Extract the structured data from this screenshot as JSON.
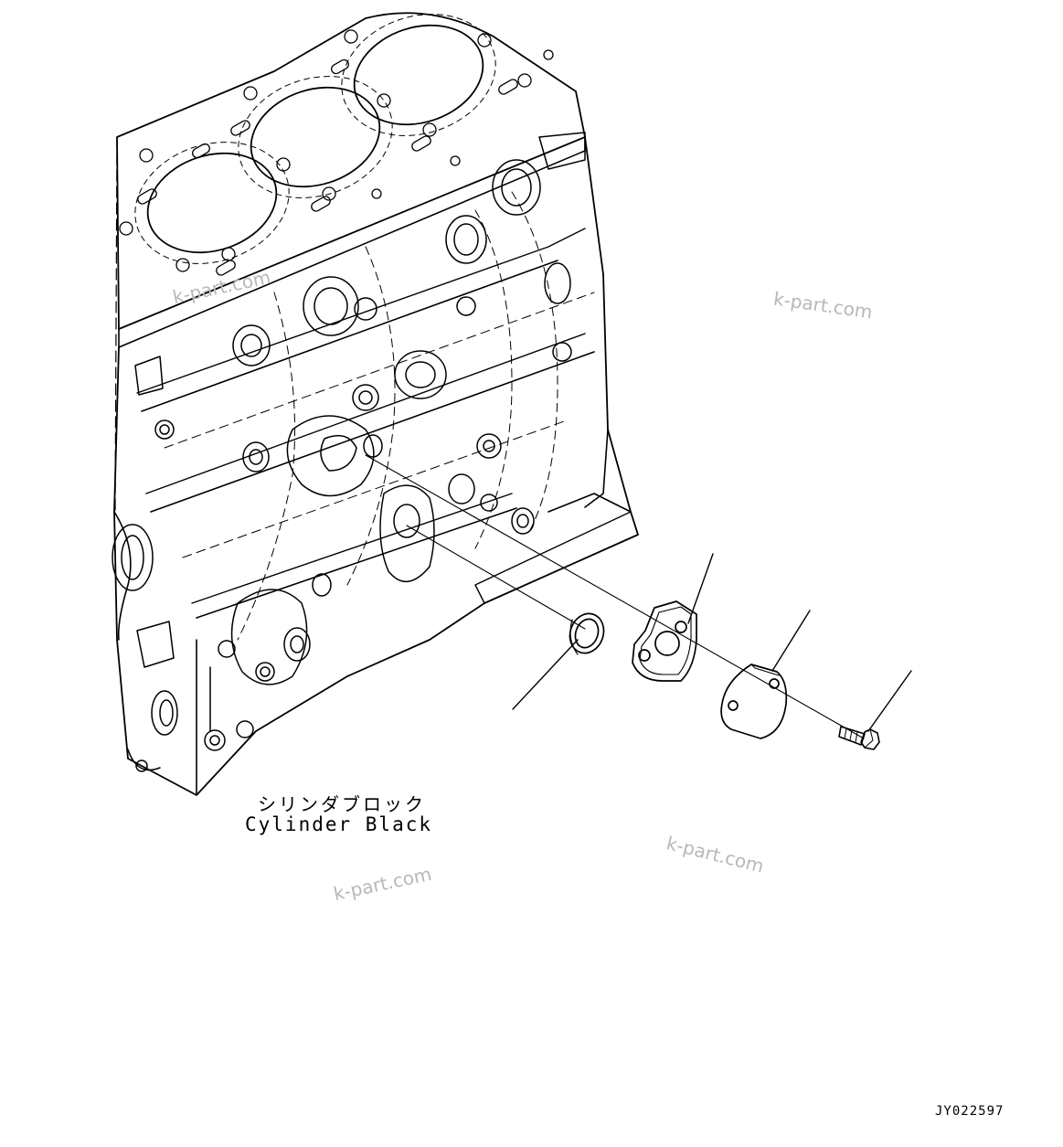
{
  "labels": {
    "part_name_jp": "シリンダブロック",
    "part_name_en": "Cylinder Black",
    "drawing_id": "JY022597"
  },
  "watermarks": [
    "k-part.com",
    "k-part.com",
    "k-part.com",
    "k-part.com"
  ],
  "parts": [
    "cylinder-block",
    "seal-ring",
    "gasket",
    "cover-plate",
    "bolt"
  ]
}
